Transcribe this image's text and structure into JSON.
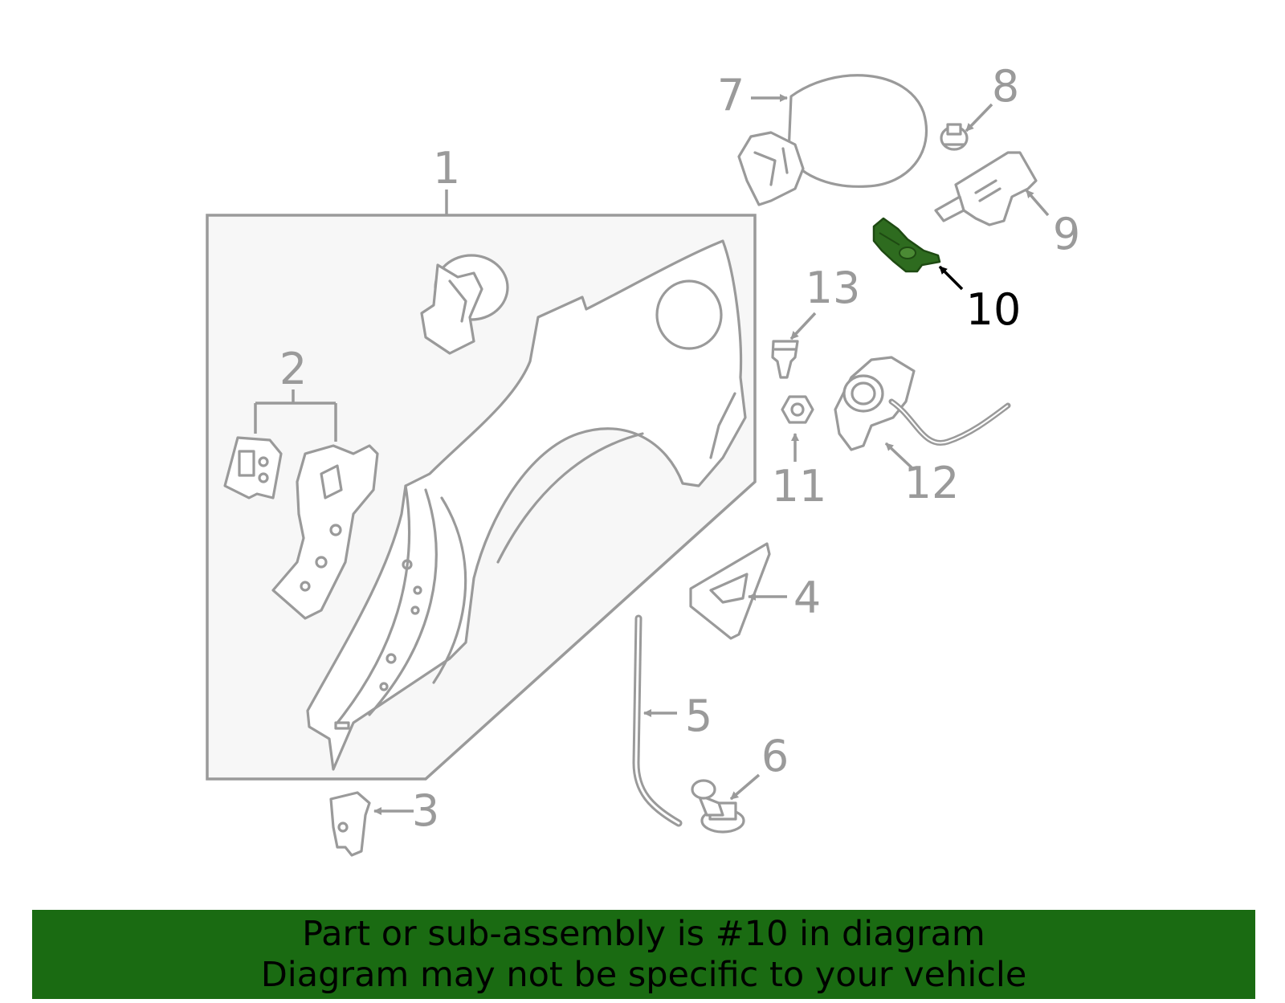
{
  "callouts": {
    "c1": "1",
    "c2": "2",
    "c3": "3",
    "c4": "4",
    "c5": "5",
    "c6": "6",
    "c7": "7",
    "c8": "8",
    "c9": "9",
    "c10": "10",
    "c11": "11",
    "c12": "12",
    "c13": "13"
  },
  "highlight": {
    "part": "10",
    "color": "#2e6b1f"
  },
  "banner": {
    "line1": "Part or sub-assembly is #10 in diagram",
    "line2": "Diagram may not be specific to your vehicle",
    "color": "#1a6b12"
  }
}
